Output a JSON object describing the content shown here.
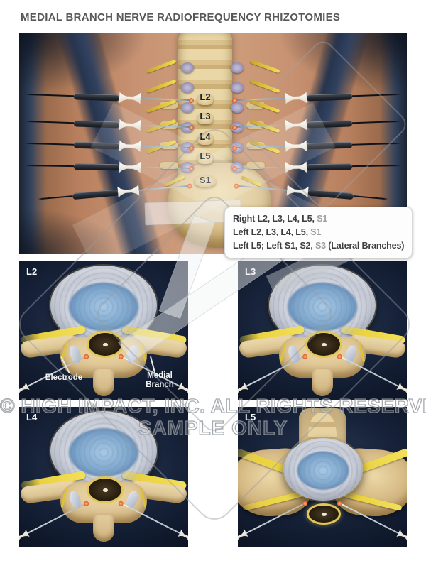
{
  "page": {
    "title": "MEDIAL BRANCH NERVE RADIOFREQUENCY RHIZOTOMIES"
  },
  "main_illustration": {
    "spine_labels": [
      "L2",
      "L3",
      "L4",
      "L5",
      "S1"
    ],
    "legend": {
      "lines": [
        {
          "dark1": "Right L2, L3, L4, L5,",
          "gray": " S1",
          "dark2": ""
        },
        {
          "dark1": "Left L2, L3, L4, L5,",
          "gray": " S1",
          "dark2": ""
        },
        {
          "dark1": "Left L5; Left S1, S2,",
          "gray": " S3",
          "dark2": " (Lateral Branches)"
        }
      ]
    }
  },
  "panels": [
    {
      "label": "L2",
      "annotations": {
        "electrode": "Electrode",
        "medial_branch": "Medial Branch"
      }
    },
    {
      "label": "L3"
    },
    {
      "label": "L4"
    },
    {
      "label": "L5"
    }
  ],
  "watermark": {
    "line1": "© HIGH IMPACT, INC. ALL RIGHTS RESERVED",
    "line2": "SAMPLE ONLY"
  },
  "colors": {
    "title_text": "#57585a",
    "skin": "#c08a66",
    "strap_navy": "#2b3a52",
    "bone_tan": "#e4d0a0",
    "nerve_yellow": "#ecd43e",
    "facet_purple": "#948cb3",
    "disc_ring": "#cdd2dc",
    "disc_nucleus": "#7da6cd",
    "panel_background": "#111b2e",
    "electrode_tip_orange": "#e05a2b",
    "legend_text": "#3d3e40",
    "legend_muted": "#9fa0a2"
  }
}
